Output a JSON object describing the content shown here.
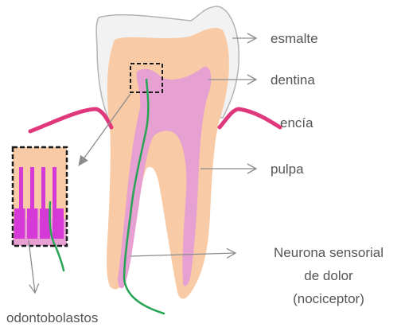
{
  "labels": {
    "enamel": "esmalte",
    "dentin": "dentina",
    "gum": "encía",
    "pulp": "pulpa",
    "neuron_line1": "Neurona sensorial",
    "neuron_line2": "de dolor",
    "neuron_line3": "(nociceptor)",
    "odontoblasts": "odontobolastos"
  },
  "colors": {
    "enamel": "#f2f2f2",
    "enamel_stroke": "#b3b3b3",
    "dentin": "#f8cba6",
    "pulp": "#e6a0d2",
    "gum": "#e0387d",
    "neuron": "#27a555",
    "odontoblast": "#d63ad6",
    "arrow": "#8c8c8c",
    "text": "#555555",
    "inset_border": "#1a1a1a"
  }
}
